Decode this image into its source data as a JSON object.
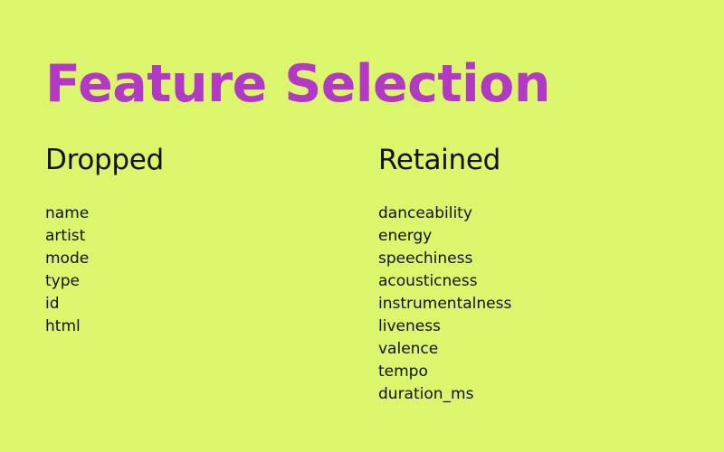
{
  "title": "Feature Selection",
  "dropped": {
    "heading": "Dropped",
    "items": [
      "name",
      "artist",
      "mode",
      "type",
      "id",
      "html"
    ]
  },
  "retained": {
    "heading": "Retained",
    "items": [
      "danceability",
      "energy",
      "speechiness",
      "acousticness",
      "instrumentalness",
      "liveness",
      "valence",
      "tempo",
      "duration_ms"
    ]
  },
  "colors": {
    "background": "#dbf56c",
    "title": "#b239c5",
    "text": "#111111"
  }
}
